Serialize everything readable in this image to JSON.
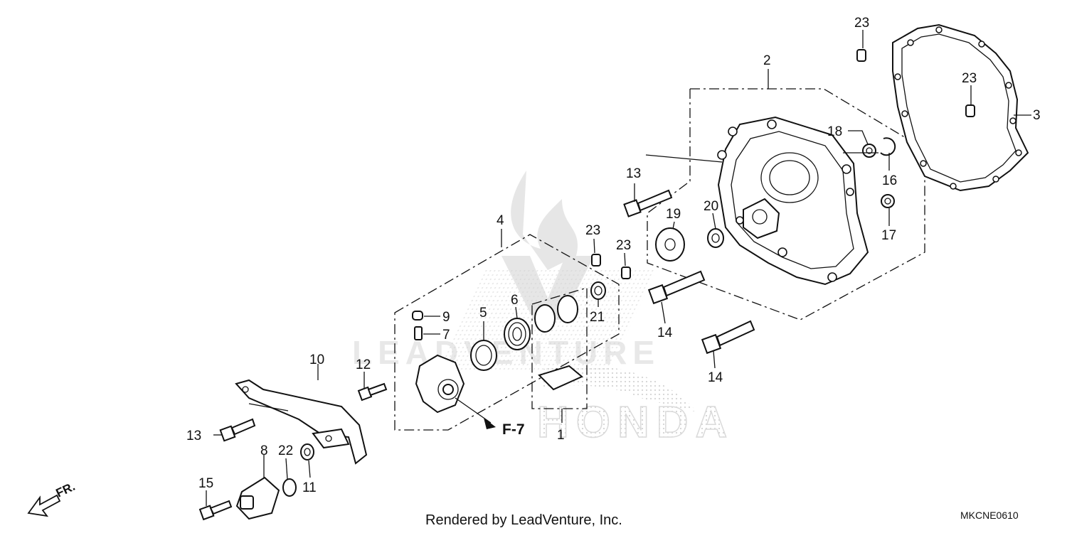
{
  "diagram": {
    "part_labels": [
      {
        "number": "1"
      },
      {
        "number": "2"
      },
      {
        "number": "3"
      },
      {
        "number": "4"
      },
      {
        "number": "5"
      },
      {
        "number": "6"
      },
      {
        "number": "7"
      },
      {
        "number": "8"
      },
      {
        "number": "9"
      },
      {
        "number": "10"
      },
      {
        "number": "11"
      },
      {
        "number": "12"
      },
      {
        "number": "13"
      },
      {
        "number": "13"
      },
      {
        "number": "14"
      },
      {
        "number": "14"
      },
      {
        "number": "15"
      },
      {
        "number": "16"
      },
      {
        "number": "17"
      },
      {
        "number": "18"
      },
      {
        "number": "19"
      },
      {
        "number": "20"
      },
      {
        "number": "21"
      },
      {
        "number": "22"
      },
      {
        "number": "23"
      },
      {
        "number": "23"
      },
      {
        "number": "23"
      },
      {
        "number": "23"
      }
    ],
    "reference": "F-7",
    "direction_label": "FR.",
    "watermark_brand": "HONDA",
    "watermark_dealer": "LEADVENTURE"
  },
  "footer": {
    "credit": "Rendered by LeadVenture, Inc.",
    "diagram_code": "MKCNE0610"
  },
  "colors": {
    "ink": "#111111",
    "watermark": "#c8c8c8",
    "background": "#ffffff"
  }
}
